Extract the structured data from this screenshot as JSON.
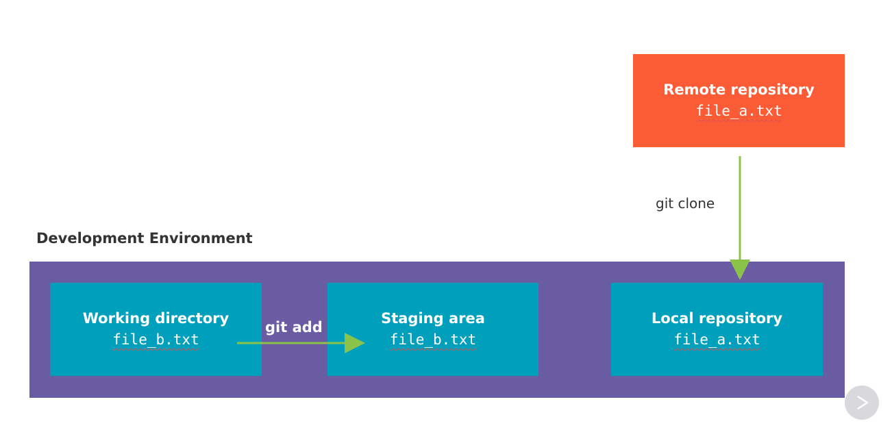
{
  "environment": {
    "title": "Development Environment"
  },
  "boxes": {
    "remote": {
      "title": "Remote repository",
      "file": "file_a.txt"
    },
    "working": {
      "title": "Working directory",
      "file": "file_b.txt"
    },
    "staging": {
      "title": "Staging area",
      "file": "file_b.txt"
    },
    "local": {
      "title": "Local repository",
      "file": "file_a.txt"
    }
  },
  "commands": {
    "clone": "git clone",
    "add": "git add"
  },
  "colors": {
    "remote": "#fb5c35",
    "repo_box": "#00a0bd",
    "environment": "#6a5ca3",
    "arrow": "#8bc34a"
  },
  "icons": {
    "player": "play-icon"
  }
}
